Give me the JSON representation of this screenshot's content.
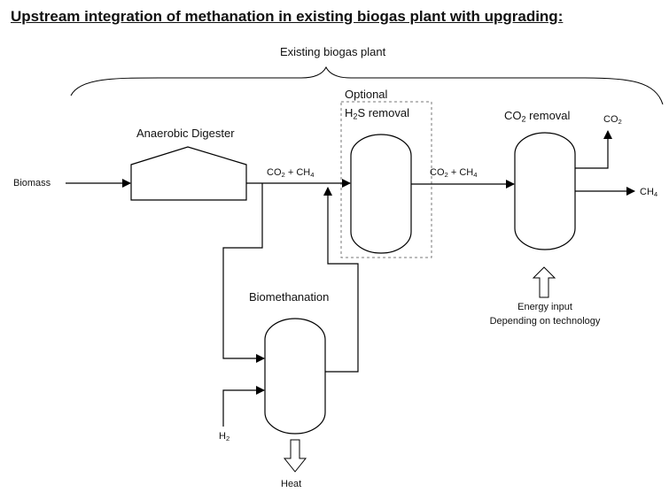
{
  "title": "Upstream integration of methanation in existing biogas plant with upgrading:",
  "labels": {
    "existing_plant": "Existing biogas plant",
    "optional": "Optional",
    "h2s_removal": {
      "pre": "H",
      "sub": "2",
      "post": "S removal"
    },
    "co2_removal": {
      "pre": "CO",
      "sub": "2",
      "post": " removal"
    },
    "anaerobic_digester": "Anaerobic Digester",
    "biomethanation": "Biomethanation",
    "biomass": "Biomass",
    "stream_1": {
      "a": "CO",
      "a_sub": "2",
      "mid": " + CH",
      "b_sub": "4"
    },
    "stream_2": {
      "a": "CO",
      "a_sub": "2",
      "mid": " + CH",
      "b_sub": "4"
    },
    "co2_out": {
      "pre": "CO",
      "sub": "2"
    },
    "ch4_out": {
      "pre": "CH",
      "sub": "4"
    },
    "h2_in": {
      "pre": "H",
      "sub": "2"
    },
    "heat": "Heat",
    "energy_input_1": "Energy input",
    "energy_input_2": "Depending on technology"
  }
}
